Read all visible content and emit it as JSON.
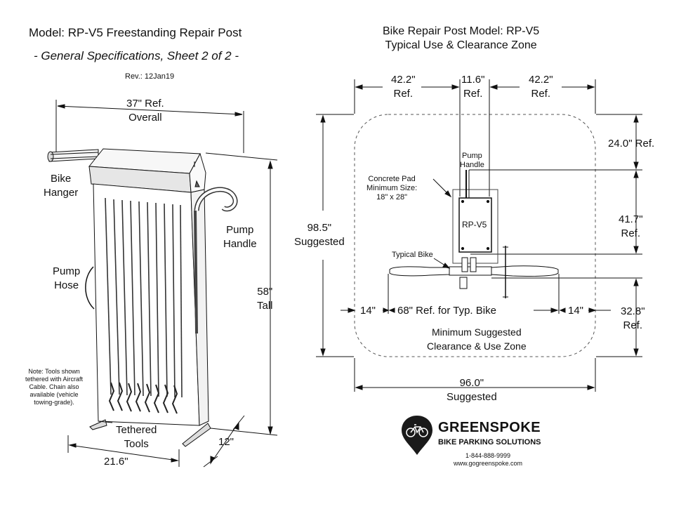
{
  "left": {
    "title": "Model: RP-V5  Freestanding Repair Post",
    "subtitle": "- General Specifications, Sheet 2 of 2 -",
    "revision": "Rev.: 12Jan19",
    "overall_dim": "37\" Ref.",
    "overall_word": "Overall",
    "bike_hanger_1": "Bike",
    "bike_hanger_2": "Hanger",
    "pump_handle_1": "Pump",
    "pump_handle_2": "Handle",
    "pump_hose_1": "Pump",
    "pump_hose_2": "Hose",
    "height_dim": "58\"",
    "height_word": "Tall",
    "note": [
      "Note: Tools shown",
      "tethered with Aircraft",
      "Cable.  Chain also",
      "available (vehicle",
      "towing-grade)."
    ],
    "tethered_1": "Tethered",
    "tethered_2": "Tools",
    "depth_dim": "12\"",
    "width_dim": "21.6\""
  },
  "right": {
    "title_1": "Bike Repair Post Model: RP-V5",
    "title_2": "Typical Use & Clearance Zone",
    "dim_left_top": "42.2\"",
    "dim_left_ref": "Ref.",
    "dim_mid_top": "11.6\"",
    "dim_mid_ref": "Ref.",
    "dim_right_top": "42.2\"",
    "dim_right_ref": "Ref.",
    "dim_24": "24.0\" Ref.",
    "pump_1": "Pump",
    "pump_2": "Handle",
    "pad_1": "Concrete Pad",
    "pad_2": "Minimum Size:",
    "pad_3": "18\" x 28\"",
    "unit_label": "RP-V5",
    "dim_417": "41.7\"",
    "dim_417_ref": "Ref.",
    "dim_985": "98.5\"",
    "dim_985_word": "Suggested",
    "typical_bike": "Typical Bike",
    "dim_14_left": "14\"",
    "dim_68": "68\" Ref. for Typ. Bike",
    "dim_14_right": "14\"",
    "dim_328": "32.8\"",
    "dim_328_ref": "Ref.",
    "zone_1": "Minimum Suggested",
    "zone_2": "Clearance & Use Zone",
    "dim_96": "96.0\"",
    "dim_96_word": "Suggested"
  },
  "brand": {
    "name": "GREENSPOKE",
    "tagline": "BIKE PARKING SOLUTIONS",
    "phone": "1-844-888-9999",
    "website": "www.gogreenspoke.com"
  }
}
